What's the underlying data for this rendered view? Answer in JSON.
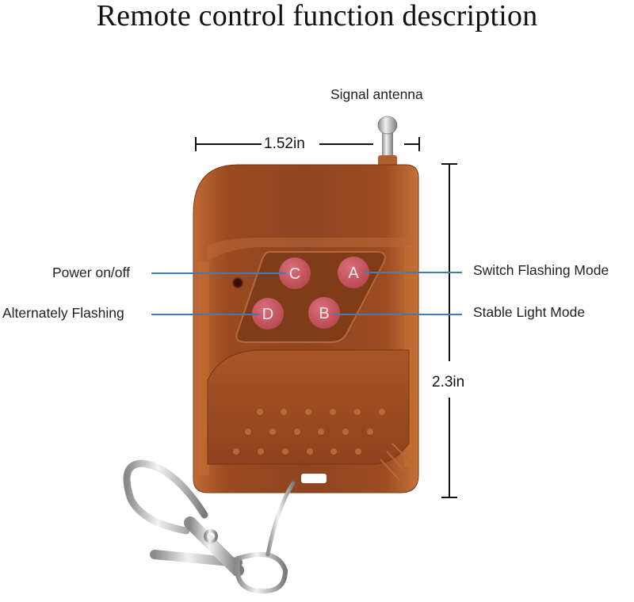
{
  "title": "Remote control function description",
  "labels": {
    "antenna": "Signal antenna",
    "power": "Power on/off",
    "alternate": "Alternately Flashing",
    "switch_mode": "Switch Flashing Mode",
    "stable": "Stable Light Mode"
  },
  "dimensions": {
    "width": "1.52in",
    "height": "2.3in"
  },
  "buttons": [
    {
      "key": "C",
      "function": "Power on/off"
    },
    {
      "key": "A",
      "function": "Switch Flashing Mode"
    },
    {
      "key": "D",
      "function": "Alternately Flashing"
    },
    {
      "key": "B",
      "function": "Stable Light Mode"
    }
  ],
  "colors": {
    "body": "#a04e22",
    "button": "#c8555a",
    "leader_line": "#4a78b0"
  }
}
